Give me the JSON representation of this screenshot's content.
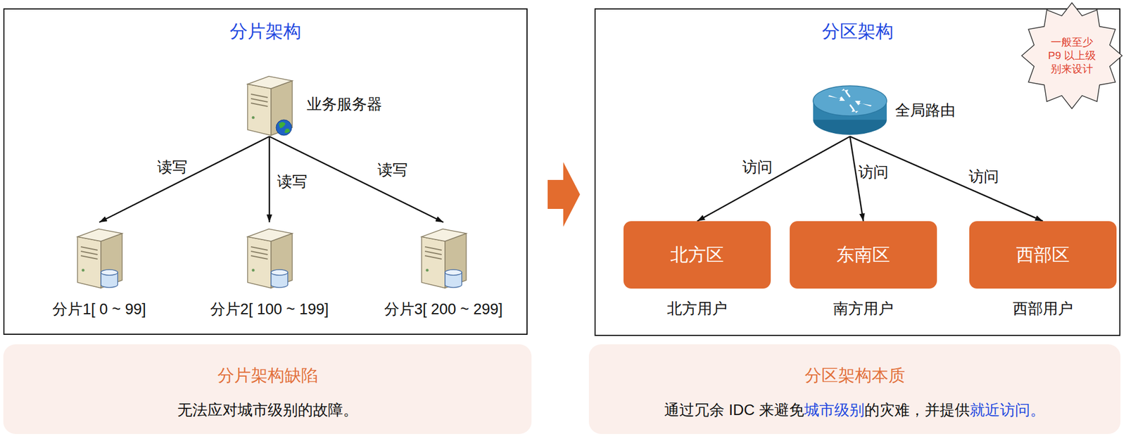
{
  "diagram": {
    "nodes": [
      {
        "text": [
          "分片架构"
        ]
      },
      {
        "text": [
          "业务服务器"
        ],
        "in": 0
      },
      {
        "text": [
          "分片1[ 0 ~ 99]"
        ],
        "in": 0
      },
      {
        "text": [
          "分片2[ 100 ~ 199]"
        ],
        "in": 0
      },
      {
        "text": [
          "分片3[ 200 ~ 299]"
        ],
        "in": 0
      },
      {
        "text": [
          "分片架构缺陷",
          "无法应对城市级别的故障。"
        ]
      },
      {
        "text": [
          "分区架构"
        ]
      },
      {
        "text": [
          "全局路由"
        ],
        "in": 6
      },
      {
        "text": [
          "北方区",
          "北方用户"
        ],
        "in": 6
      },
      {
        "text": [
          "东南区",
          "南方用户"
        ],
        "in": 6
      },
      {
        "text": [
          "西部区",
          "西部用户"
        ],
        "in": 6
      },
      {
        "text": [
          "一般至少 P9 以上级别来设计"
        ]
      },
      {
        "text": [
          "分区架构本质",
          "通过冗余 IDC 来避免",
          "城市级别",
          "的灾难，并提供",
          "就近访问。"
        ]
      }
    ],
    "edges": [
      {
        "from": 1,
        "to": 2,
        "label": "读写",
        "arrow": "to"
      },
      {
        "from": 1,
        "to": 3,
        "label": "读写",
        "arrow": "to"
      },
      {
        "from": 1,
        "to": 4,
        "label": "读写",
        "arrow": "to"
      },
      {
        "from": 0,
        "to": 6,
        "arrow": "to"
      },
      {
        "from": 7,
        "to": 8,
        "label": "访问",
        "arrow": "to"
      },
      {
        "from": 7,
        "to": 9,
        "label": "访问",
        "arrow": "to"
      },
      {
        "from": 7,
        "to": 10,
        "label": "访问",
        "arrow": "to"
      }
    ]
  }
}
